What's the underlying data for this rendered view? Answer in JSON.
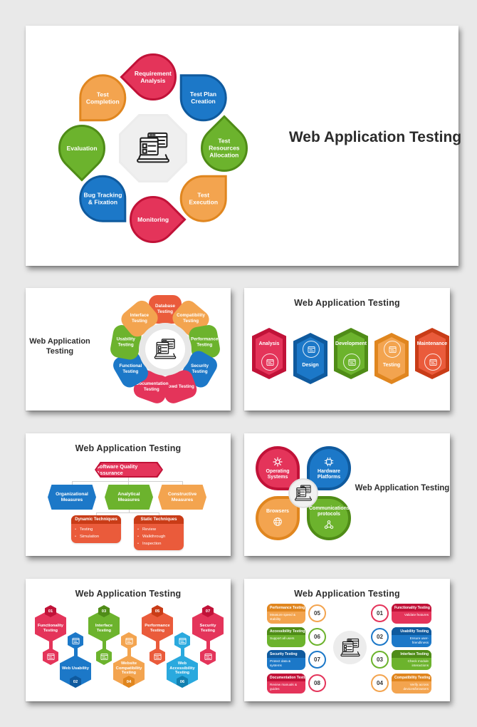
{
  "palette": {
    "crimson": "#E4345A",
    "crimsonDark": "#C11238",
    "blue": "#1C78C8",
    "blueDark": "#0F5A9E",
    "green": "#6CB32D",
    "greenDark": "#4F8C17",
    "orange": "#F3A44F",
    "orangeDark": "#E0861F",
    "vermilion": "#EA5B3B",
    "vermilionDark": "#C93C17",
    "cyan": "#2AA9DE",
    "cyanDark": "#1280B0",
    "titleText": "#2E2E2E",
    "slideBg": "#FFFFFF",
    "pageBg": "#E9E9E9"
  },
  "slide_flower": {
    "title": "Web Application Testing",
    "center_icon": "laptop-checklist-icon",
    "petals": [
      {
        "label": "Requirement Analysis",
        "color": "crimson"
      },
      {
        "label": "Test Plan Creation",
        "color": "blue"
      },
      {
        "label": "Test Resources Allocation",
        "color": "green"
      },
      {
        "label": "Test Execution",
        "color": "orange"
      },
      {
        "label": "Monitoring",
        "color": "crimson"
      },
      {
        "label": "Bug Tracking & Fixation",
        "color": "blue"
      },
      {
        "label": "Evaluation",
        "color": "green"
      },
      {
        "label": "Test Completion",
        "color": "orange"
      }
    ]
  },
  "slide_ring": {
    "title": "Web Application Testing",
    "center_icon": "laptop-checklist-icon",
    "petals": [
      {
        "label": "Database Testing",
        "color": "vermilion"
      },
      {
        "label": "Compatibility Testing",
        "color": "orange"
      },
      {
        "label": "Performance Testing",
        "color": "green"
      },
      {
        "label": "Security Testing",
        "color": "blue"
      },
      {
        "label": "Crowd Testing",
        "color": "crimson"
      },
      {
        "label": "Documentation Testing",
        "color": "crimson"
      },
      {
        "label": "Functional Testing",
        "color": "blue"
      },
      {
        "label": "Usability Testing",
        "color": "green"
      },
      {
        "label": "Interface Testing",
        "color": "orange"
      }
    ]
  },
  "slide_process": {
    "title": "Web Application Testing",
    "steps": [
      {
        "label": "Analysis",
        "color": "crimson",
        "icon": "window-icon"
      },
      {
        "label": "Design",
        "color": "blue",
        "icon": "window-icon"
      },
      {
        "label": "Development",
        "color": "green",
        "icon": "window-icon"
      },
      {
        "label": "Testing",
        "color": "orange",
        "icon": "window-icon"
      },
      {
        "label": "Maintenance",
        "color": "vermilion",
        "icon": "window-icon"
      }
    ]
  },
  "slide_sqa": {
    "title": "Web Application Testing",
    "banner": "Software Quality Assurance",
    "measures": [
      {
        "label": "Organizational Measures",
        "color": "blue"
      },
      {
        "label": "Analytical Measures",
        "color": "green"
      },
      {
        "label": "Constructive Measures",
        "color": "orange"
      }
    ],
    "boxes": [
      {
        "header": "Dynamic Techniques",
        "items": [
          "Testing",
          "Simulation"
        ]
      },
      {
        "header": "Static Techniques",
        "items": [
          "Review",
          "Walkthrough",
          "Inspection"
        ]
      }
    ]
  },
  "slide_quad": {
    "title": "Web Application Testing",
    "center_icon": "laptop-checklist-icon",
    "petals": [
      {
        "label": "Operating Systems",
        "color": "crimson",
        "icon": "gear-icon"
      },
      {
        "label": "Hardware Platforms",
        "color": "blue",
        "icon": "cpu-icon"
      },
      {
        "label": "Browsers",
        "color": "orange",
        "icon": "globe-icon"
      },
      {
        "label": "Communications protocols",
        "color": "green",
        "icon": "network-icon"
      }
    ]
  },
  "slide_hex": {
    "title": "Web Application Testing",
    "items": [
      {
        "num": "01",
        "label": "Functionality Testing",
        "color": "crimson",
        "dir": "up",
        "icon": "window-icon"
      },
      {
        "num": "02",
        "label": "Web Usability",
        "color": "blue",
        "dir": "down",
        "icon": "window-icon"
      },
      {
        "num": "03",
        "label": "Interface Testing",
        "color": "green",
        "dir": "up",
        "icon": "window-icon"
      },
      {
        "num": "04",
        "label": "Website Compatibility Testing",
        "color": "orange",
        "dir": "down",
        "icon": "window-icon"
      },
      {
        "num": "05",
        "label": "Performance Testing",
        "color": "vermilion",
        "dir": "up",
        "icon": "window-icon"
      },
      {
        "num": "06",
        "label": "Web Accessibility Testing",
        "color": "cyan",
        "dir": "down",
        "icon": "window-icon"
      },
      {
        "num": "07",
        "label": "Security Testing",
        "color": "crimson",
        "dir": "up",
        "icon": "window-icon"
      }
    ]
  },
  "slide_list": {
    "title": "Web Application Testing",
    "center_icon": "laptop-checklist-icon",
    "left": [
      {
        "num": "05",
        "header": "Performance Testing",
        "desc": "Measure speed & stability",
        "color": "orange"
      },
      {
        "num": "06",
        "header": "Accessibility Testing",
        "desc": "Support all users",
        "color": "green"
      },
      {
        "num": "07",
        "header": "Security Testing",
        "desc": "Protect data & systems",
        "color": "blue"
      },
      {
        "num": "08",
        "header": "Documentation Testing",
        "desc": "Review manuals & guides",
        "color": "crimson"
      }
    ],
    "right": [
      {
        "num": "01",
        "header": "Functionality Testing",
        "desc": "Validate features",
        "color": "crimson"
      },
      {
        "num": "02",
        "header": "Usability Testing",
        "desc": "Ensure user-friendliness",
        "color": "blue"
      },
      {
        "num": "03",
        "header": "Interface Testing",
        "desc": "Check module interactions",
        "color": "green"
      },
      {
        "num": "04",
        "header": "Compatibility Testing",
        "desc": "Verify across devices/browsers",
        "color": "orange"
      }
    ]
  }
}
